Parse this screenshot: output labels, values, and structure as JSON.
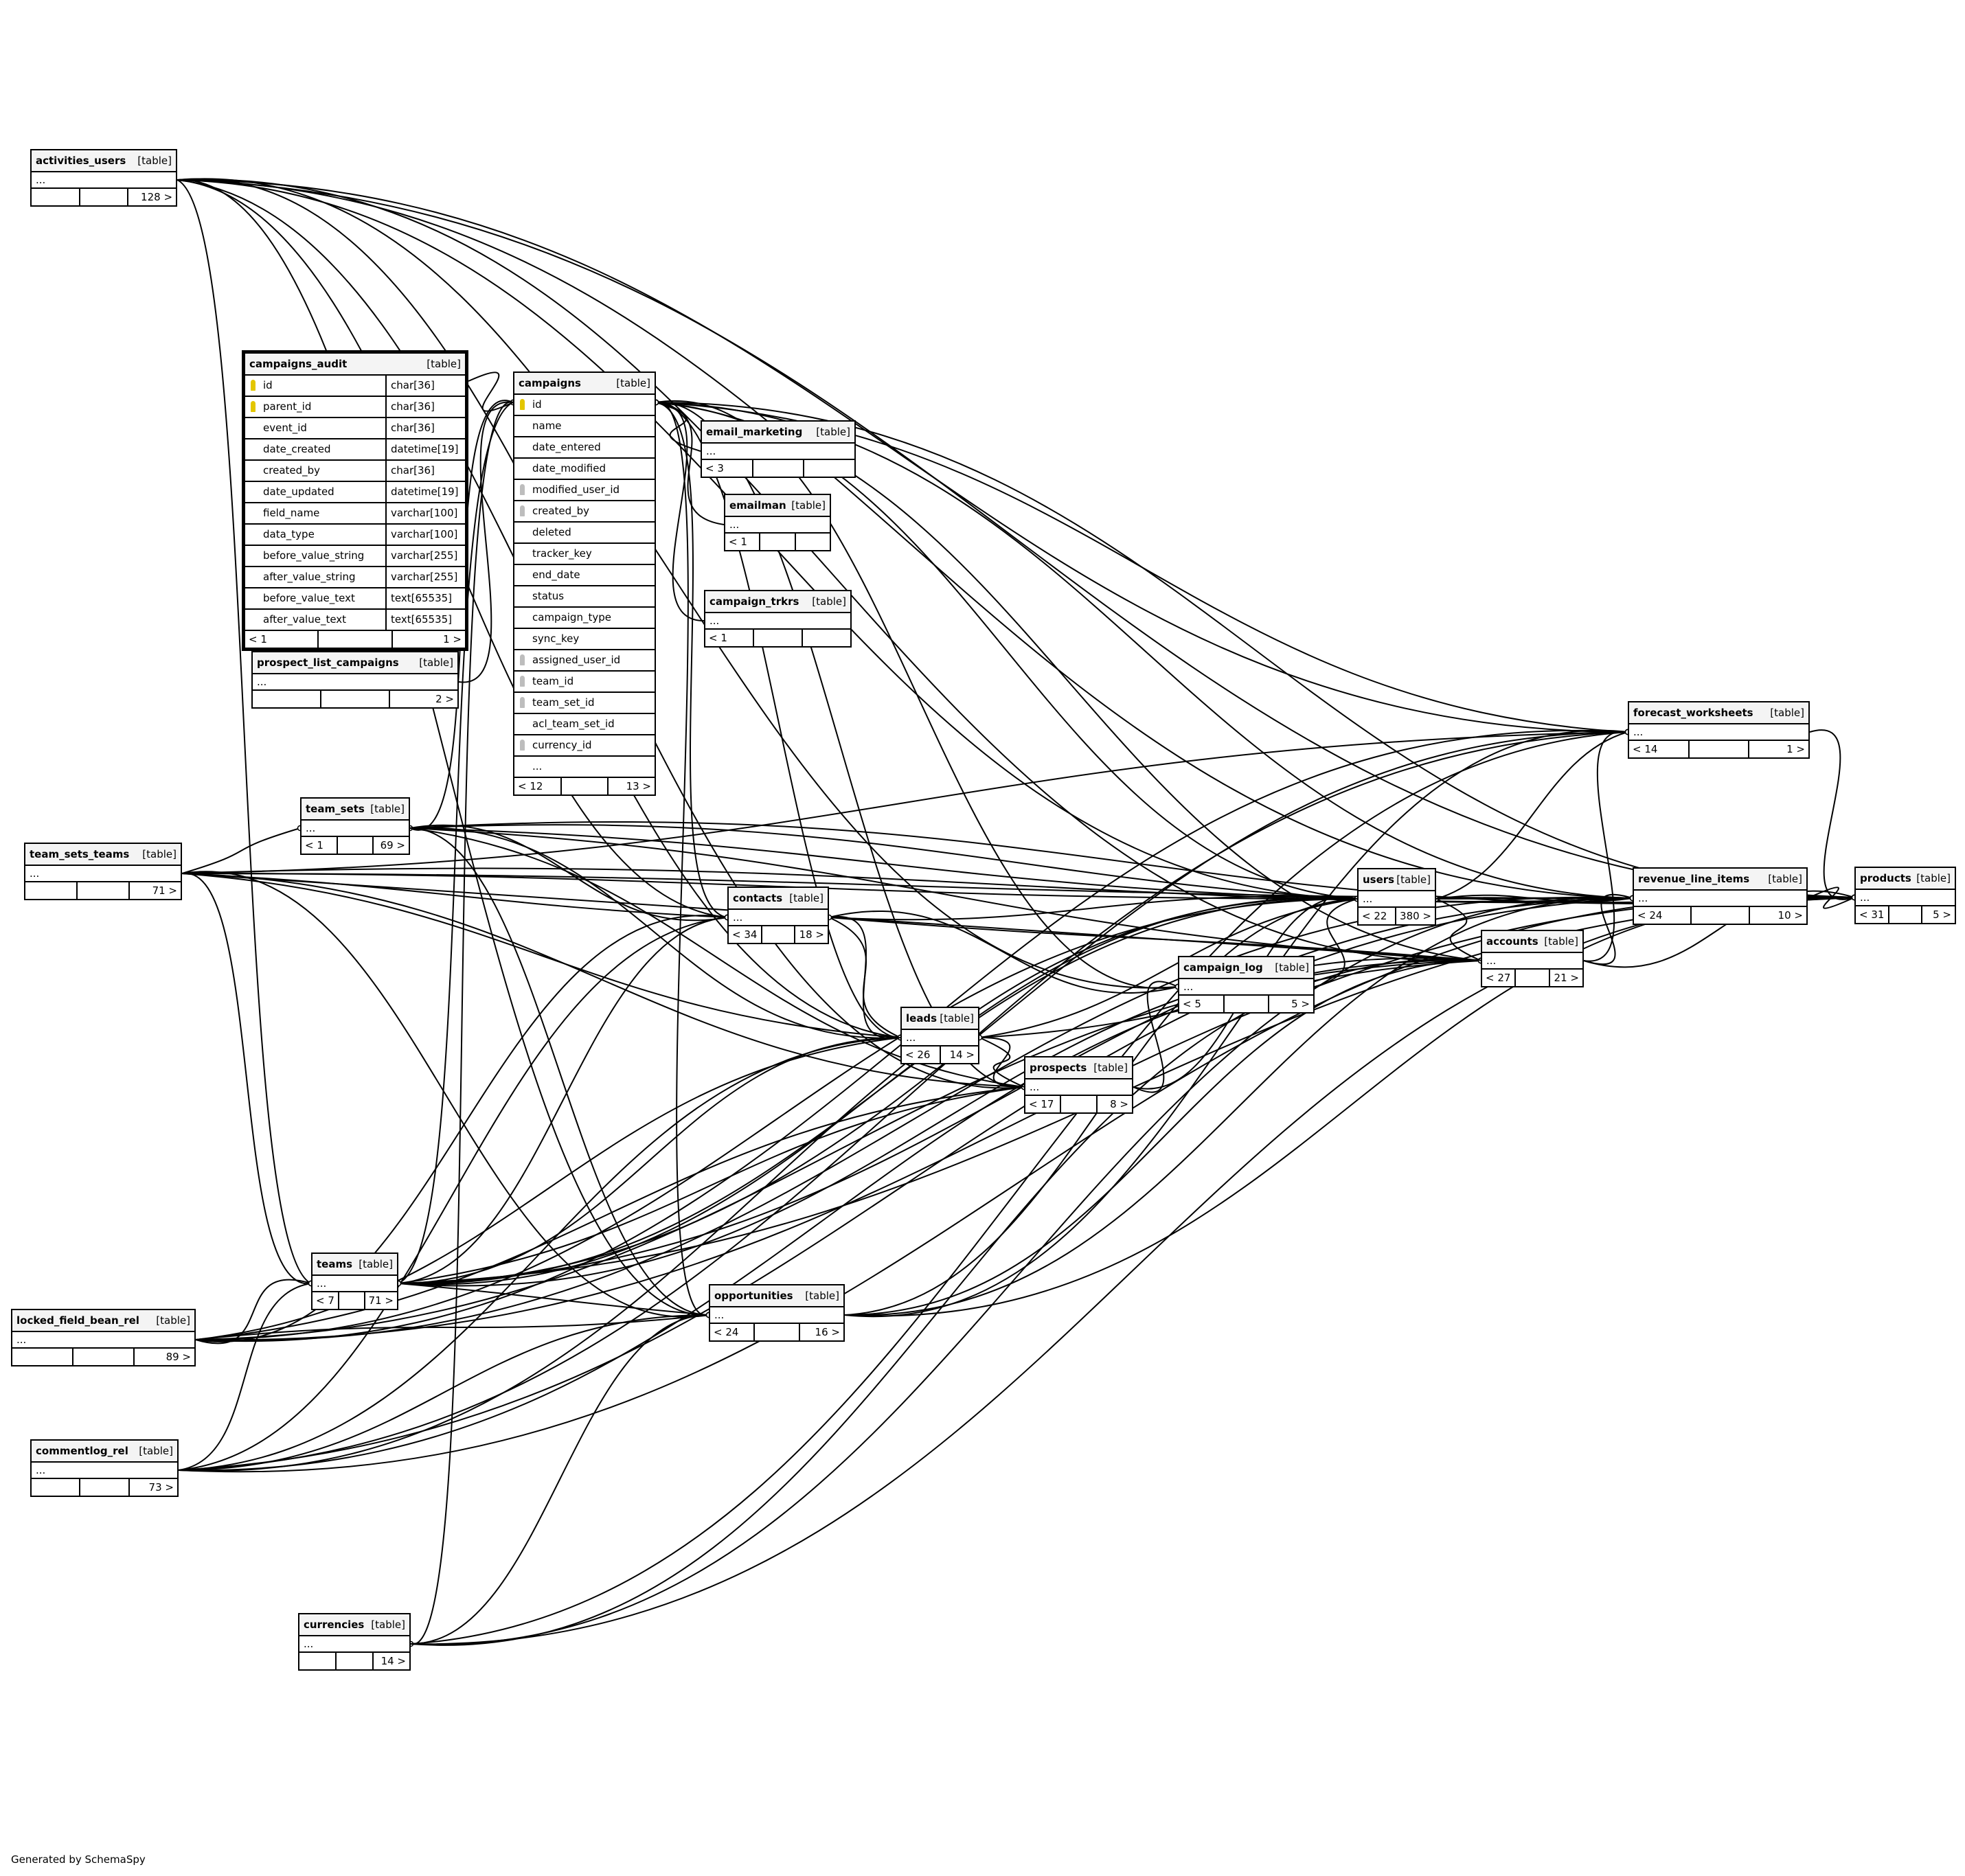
{
  "tables": {
    "activities_users": {
      "name": "activities_users",
      "tag": "[table]",
      "ellipsis": "...",
      "footer": [
        "",
        "",
        "128 >"
      ]
    },
    "campaigns_audit": {
      "name": "campaigns_audit",
      "tag": "[table]",
      "columns": [
        {
          "name": "id",
          "type": "char[36]",
          "key": "pk"
        },
        {
          "name": "parent_id",
          "type": "char[36]",
          "key": "pk"
        },
        {
          "name": "event_id",
          "type": "char[36]",
          "key": ""
        },
        {
          "name": "date_created",
          "type": "datetime[19]",
          "key": ""
        },
        {
          "name": "created_by",
          "type": "char[36]",
          "key": ""
        },
        {
          "name": "date_updated",
          "type": "datetime[19]",
          "key": ""
        },
        {
          "name": "field_name",
          "type": "varchar[100]",
          "key": ""
        },
        {
          "name": "data_type",
          "type": "varchar[100]",
          "key": ""
        },
        {
          "name": "before_value_string",
          "type": "varchar[255]",
          "key": ""
        },
        {
          "name": "after_value_string",
          "type": "varchar[255]",
          "key": ""
        },
        {
          "name": "before_value_text",
          "type": "text[65535]",
          "key": ""
        },
        {
          "name": "after_value_text",
          "type": "text[65535]",
          "key": ""
        }
      ],
      "footer": [
        "< 1",
        "",
        "1 >"
      ]
    },
    "campaigns": {
      "name": "campaigns",
      "tag": "[table]",
      "columns": [
        {
          "name": "id",
          "key": "pk"
        },
        {
          "name": "name",
          "key": ""
        },
        {
          "name": "date_entered",
          "key": ""
        },
        {
          "name": "date_modified",
          "key": ""
        },
        {
          "name": "modified_user_id",
          "key": "fk"
        },
        {
          "name": "created_by",
          "key": "fk"
        },
        {
          "name": "deleted",
          "key": ""
        },
        {
          "name": "tracker_key",
          "key": ""
        },
        {
          "name": "end_date",
          "key": ""
        },
        {
          "name": "status",
          "key": ""
        },
        {
          "name": "campaign_type",
          "key": ""
        },
        {
          "name": "sync_key",
          "key": ""
        },
        {
          "name": "assigned_user_id",
          "key": "fk"
        },
        {
          "name": "team_id",
          "key": "fk"
        },
        {
          "name": "team_set_id",
          "key": "fk"
        },
        {
          "name": "acl_team_set_id",
          "key": ""
        },
        {
          "name": "currency_id",
          "key": "fk"
        },
        {
          "name": "...",
          "key": ""
        }
      ],
      "footer": [
        "< 12",
        "",
        "13 >"
      ]
    },
    "email_marketing": {
      "name": "email_marketing",
      "tag": "[table]",
      "ellipsis": "...",
      "footer": [
        "< 3",
        "",
        ""
      ]
    },
    "emailman": {
      "name": "emailman",
      "tag": "[table]",
      "ellipsis": "...",
      "footer": [
        "< 1",
        "",
        ""
      ]
    },
    "campaign_trkrs": {
      "name": "campaign_trkrs",
      "tag": "[table]",
      "ellipsis": "...",
      "footer": [
        "< 1",
        "",
        ""
      ]
    },
    "prospect_list_campaigns": {
      "name": "prospect_list_campaigns",
      "tag": "[table]",
      "ellipsis": "...",
      "footer": [
        "",
        "",
        "2 >"
      ]
    },
    "team_sets": {
      "name": "team_sets",
      "tag": "[table]",
      "ellipsis": "...",
      "footer": [
        "< 1",
        "",
        "69 >"
      ]
    },
    "team_sets_teams": {
      "name": "team_sets_teams",
      "tag": "[table]",
      "ellipsis": "...",
      "footer": [
        "",
        "",
        "71 >"
      ]
    },
    "contacts": {
      "name": "contacts",
      "tag": "[table]",
      "ellipsis": "...",
      "footer": [
        "< 34",
        "",
        "18 >"
      ]
    },
    "leads": {
      "name": "leads",
      "tag": "[table]",
      "ellipsis": "...",
      "footer": [
        "< 26",
        "14 >"
      ]
    },
    "prospects": {
      "name": "prospects",
      "tag": "[table]",
      "ellipsis": "...",
      "footer": [
        "< 17",
        "",
        "8 >"
      ]
    },
    "campaign_log": {
      "name": "campaign_log",
      "tag": "[table]",
      "ellipsis": "...",
      "footer": [
        "< 5",
        "",
        "5 >"
      ]
    },
    "users": {
      "name": "users",
      "tag": "[table]",
      "ellipsis": "...",
      "footer": [
        "< 22",
        "380 >"
      ]
    },
    "accounts": {
      "name": "accounts",
      "tag": "[table]",
      "ellipsis": "...",
      "footer": [
        "< 27",
        "",
        "21 >"
      ]
    },
    "forecast_worksheets": {
      "name": "forecast_worksheets",
      "tag": "[table]",
      "ellipsis": "...",
      "footer": [
        "< 14",
        "",
        "1 >"
      ]
    },
    "revenue_line_items": {
      "name": "revenue_line_items",
      "tag": "[table]",
      "ellipsis": "...",
      "footer": [
        "< 24",
        "",
        "10 >"
      ]
    },
    "products": {
      "name": "products",
      "tag": "[table]",
      "ellipsis": "...",
      "footer": [
        "< 31",
        "",
        "5 >"
      ]
    },
    "teams": {
      "name": "teams",
      "tag": "[table]",
      "ellipsis": "...",
      "footer": [
        "< 7",
        "",
        "71 >"
      ]
    },
    "opportunities": {
      "name": "opportunities",
      "tag": "[table]",
      "ellipsis": "...",
      "footer": [
        "< 24",
        "",
        "16 >"
      ]
    },
    "locked_field_bean_rel": {
      "name": "locked_field_bean_rel",
      "tag": "[table]",
      "ellipsis": "...",
      "footer": [
        "",
        "",
        "89 >"
      ]
    },
    "commentlog_rel": {
      "name": "commentlog_rel",
      "tag": "[table]",
      "ellipsis": "...",
      "footer": [
        "",
        "",
        "73 >"
      ]
    },
    "currencies": {
      "name": "currencies",
      "tag": "[table]",
      "ellipsis": "...",
      "footer": [
        "",
        "",
        "14 >"
      ]
    }
  },
  "footer_note": "Generated by SchemaSpy",
  "relationships": [
    [
      "campaigns_audit",
      "campaigns"
    ],
    [
      "email_marketing",
      "campaigns"
    ],
    [
      "emailman",
      "campaigns"
    ],
    [
      "campaign_trkrs",
      "campaigns"
    ],
    [
      "prospect_list_campaigns",
      "campaigns"
    ],
    [
      "campaigns",
      "users"
    ],
    [
      "campaigns",
      "teams"
    ],
    [
      "campaigns",
      "team_sets"
    ],
    [
      "campaigns",
      "currencies"
    ],
    [
      "contacts",
      "campaigns"
    ],
    [
      "leads",
      "campaigns"
    ],
    [
      "prospects",
      "campaigns"
    ],
    [
      "opportunities",
      "campaigns"
    ],
    [
      "campaign_log",
      "campaigns"
    ],
    [
      "accounts",
      "campaigns"
    ],
    [
      "forecast_worksheets",
      "campaigns"
    ],
    [
      "revenue_line_items",
      "campaigns"
    ],
    [
      "products",
      "campaigns"
    ],
    [
      "activities_users",
      "users"
    ],
    [
      "activities_users",
      "contacts"
    ],
    [
      "activities_users",
      "leads"
    ],
    [
      "activities_users",
      "prospects"
    ],
    [
      "activities_users",
      "accounts"
    ],
    [
      "activities_users",
      "opportunities"
    ],
    [
      "activities_users",
      "forecast_worksheets"
    ],
    [
      "activities_users",
      "revenue_line_items"
    ],
    [
      "activities_users",
      "products"
    ],
    [
      "activities_users",
      "teams"
    ],
    [
      "activities_users",
      "campaign_log"
    ],
    [
      "team_sets_teams",
      "team_sets"
    ],
    [
      "team_sets_teams",
      "teams"
    ],
    [
      "team_sets_teams",
      "users"
    ],
    [
      "team_sets_teams",
      "contacts"
    ],
    [
      "team_sets_teams",
      "leads"
    ],
    [
      "team_sets_teams",
      "accounts"
    ],
    [
      "team_sets_teams",
      "opportunities"
    ],
    [
      "team_sets_teams",
      "products"
    ],
    [
      "team_sets_teams",
      "forecast_worksheets"
    ],
    [
      "team_sets_teams",
      "revenue_line_items"
    ],
    [
      "team_sets_teams",
      "prospects"
    ],
    [
      "locked_field_bean_rel",
      "teams"
    ],
    [
      "locked_field_bean_rel",
      "contacts"
    ],
    [
      "locked_field_bean_rel",
      "leads"
    ],
    [
      "locked_field_bean_rel",
      "opportunities"
    ],
    [
      "locked_field_bean_rel",
      "accounts"
    ],
    [
      "locked_field_bean_rel",
      "users"
    ],
    [
      "locked_field_bean_rel",
      "products"
    ],
    [
      "locked_field_bean_rel",
      "revenue_line_items"
    ],
    [
      "locked_field_bean_rel",
      "forecast_worksheets"
    ],
    [
      "locked_field_bean_rel",
      "prospects"
    ],
    [
      "commentlog_rel",
      "contacts"
    ],
    [
      "commentlog_rel",
      "leads"
    ],
    [
      "commentlog_rel",
      "opportunities"
    ],
    [
      "commentlog_rel",
      "accounts"
    ],
    [
      "commentlog_rel",
      "users"
    ],
    [
      "commentlog_rel",
      "products"
    ],
    [
      "commentlog_rel",
      "revenue_line_items"
    ],
    [
      "commentlog_rel",
      "forecast_worksheets"
    ],
    [
      "commentlog_rel",
      "teams"
    ],
    [
      "currencies",
      "opportunities"
    ],
    [
      "currencies",
      "products"
    ],
    [
      "currencies",
      "revenue_line_items"
    ],
    [
      "currencies",
      "accounts"
    ],
    [
      "currencies",
      "forecast_worksheets"
    ],
    [
      "team_sets",
      "contacts"
    ],
    [
      "team_sets",
      "leads"
    ],
    [
      "team_sets",
      "opportunities"
    ],
    [
      "team_sets",
      "users"
    ],
    [
      "team_sets",
      "accounts"
    ],
    [
      "team_sets",
      "prospects"
    ],
    [
      "team_sets",
      "products"
    ],
    [
      "team_sets",
      "revenue_line_items"
    ],
    [
      "teams",
      "contacts"
    ],
    [
      "teams",
      "leads"
    ],
    [
      "teams",
      "opportunities"
    ],
    [
      "teams",
      "users"
    ],
    [
      "teams",
      "accounts"
    ],
    [
      "teams",
      "prospects"
    ],
    [
      "teams",
      "products"
    ],
    [
      "teams",
      "revenue_line_items"
    ],
    [
      "teams",
      "forecast_worksheets"
    ],
    [
      "contacts",
      "users"
    ],
    [
      "contacts",
      "accounts"
    ],
    [
      "contacts",
      "leads"
    ],
    [
      "contacts",
      "campaign_log"
    ],
    [
      "leads",
      "users"
    ],
    [
      "leads",
      "accounts"
    ],
    [
      "leads",
      "prospects"
    ],
    [
      "leads",
      "contacts"
    ],
    [
      "prospects",
      "users"
    ],
    [
      "prospects",
      "campaign_log"
    ],
    [
      "prospects",
      "leads"
    ],
    [
      "campaign_log",
      "users"
    ],
    [
      "opportunities",
      "users"
    ],
    [
      "opportunities",
      "accounts"
    ],
    [
      "opportunities",
      "revenue_line_items"
    ],
    [
      "opportunities",
      "products"
    ],
    [
      "opportunities",
      "forecast_worksheets"
    ],
    [
      "accounts",
      "users"
    ],
    [
      "users",
      "forecast_worksheets"
    ],
    [
      "users",
      "revenue_line_items"
    ],
    [
      "users",
      "products"
    ],
    [
      "accounts",
      "forecast_worksheets"
    ],
    [
      "accounts",
      "revenue_line_items"
    ],
    [
      "accounts",
      "products"
    ],
    [
      "revenue_line_items",
      "products"
    ],
    [
      "forecast_worksheets",
      "products"
    ],
    [
      "users",
      "teams"
    ]
  ]
}
